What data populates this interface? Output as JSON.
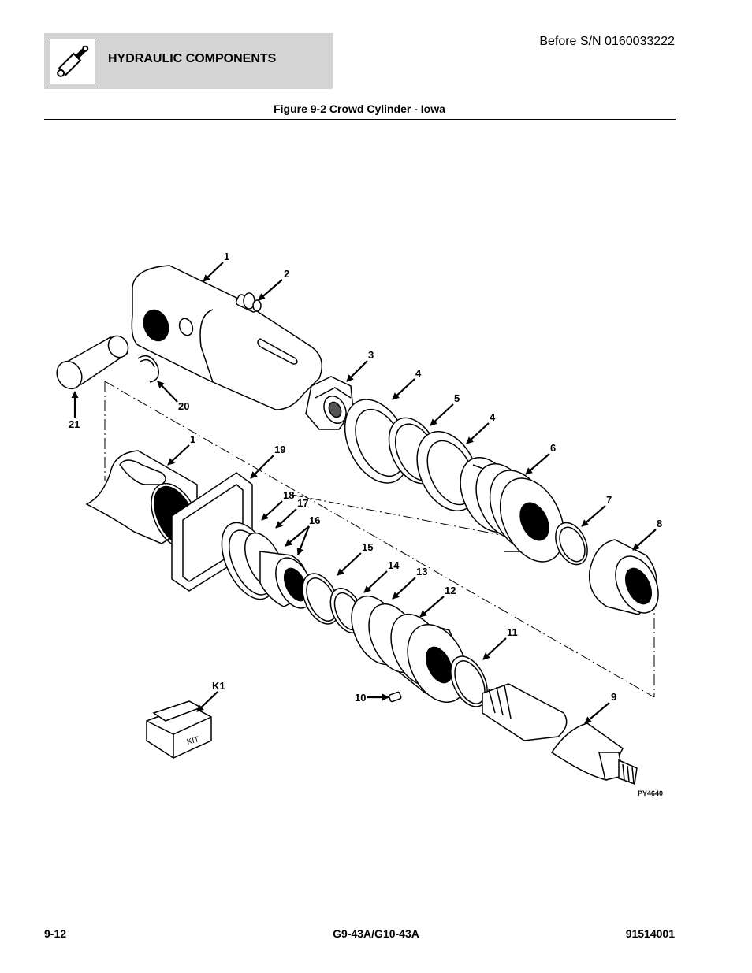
{
  "header": {
    "section_title": "HYDRAULIC COMPONENTS",
    "serial_note": "Before S/N 0160033222",
    "icon": "hydraulic-cylinder-icon"
  },
  "figure": {
    "caption": "Figure 9-2 Crowd Cylinder - Iowa",
    "drawing_id": "PY4640",
    "kit_label": "KIT",
    "callouts": {
      "c1a": "1",
      "c2": "2",
      "c3": "3",
      "c4a": "4",
      "c5": "5",
      "c4b": "4",
      "c6": "6",
      "c7": "7",
      "c8": "8",
      "c9": "9",
      "c10": "10",
      "c11": "11",
      "c12": "12",
      "c13": "13",
      "c14": "14",
      "c15": "15",
      "c16": "16",
      "c17": "17",
      "c18": "18",
      "c19": "19",
      "c1b": "1",
      "c20": "20",
      "c21": "21",
      "ck1": "K1"
    }
  },
  "footer": {
    "page_number": "9-12",
    "model": "G9-43A/G10-43A",
    "doc_number": "91514001"
  }
}
